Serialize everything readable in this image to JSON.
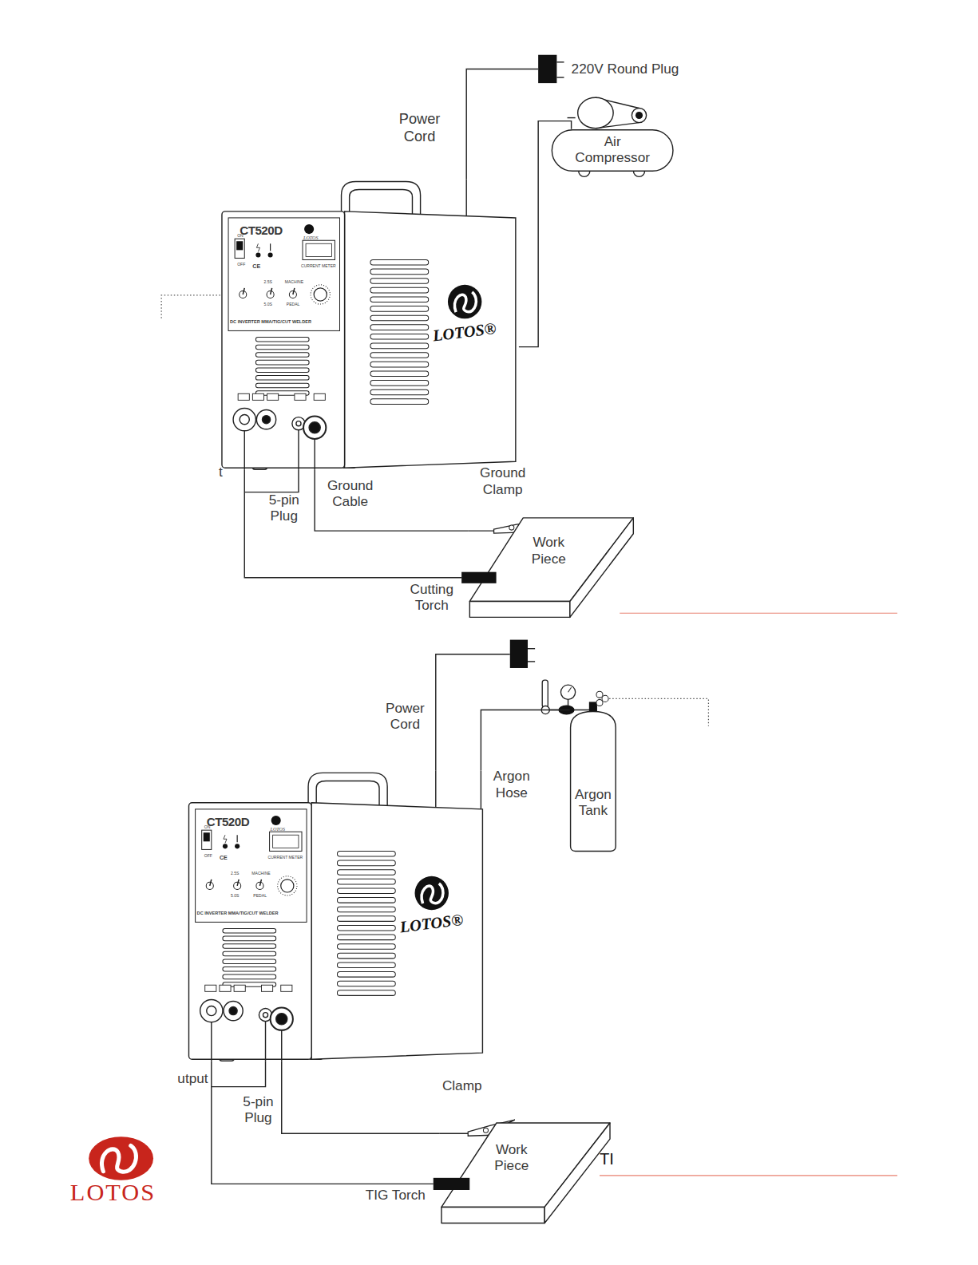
{
  "diagram": {
    "nodes": [
      {
        "text": [
          "220V Round Plug"
        ]
      },
      {
        "text": [
          "Air Compressor"
        ]
      },
      {
        "text": [
          "CT520D",
          "LOTOS",
          "ON",
          "OFF",
          "CE",
          "CURRENT METER",
          "2.5S",
          "5.0S",
          "MACHINE",
          "PEDAL",
          "DC INVERTER MMA/TIG/CUT WELDER",
          "LOTOS®"
        ]
      },
      {
        "text": [
          "Work Piece"
        ]
      },
      {
        "text": [
          "Cutting Torch"
        ]
      },
      {
        "text": [
          "Argon Tank"
        ]
      },
      {
        "text": [
          "CT520D",
          "LOTOS",
          "ON",
          "OFF",
          "CE",
          "CURRENT METER",
          "2.5S",
          "5.0S",
          "MACHINE",
          "PEDAL",
          "DC INVERTER MMA/TIG/CUT WELDER",
          "LOTOS®"
        ]
      },
      {
        "text": [
          "Work Piece"
        ]
      },
      {
        "text": [
          "TIG Torch"
        ]
      }
    ],
    "edges": [
      {
        "from": 0,
        "to": 2,
        "arrow": "none",
        "label": "Power Cord"
      },
      {
        "from": 1,
        "to": 2,
        "arrow": "none"
      },
      {
        "from": 2,
        "to": 3,
        "arrow": "none",
        "label": "Ground Cable"
      },
      {
        "from": 2,
        "to": 4,
        "arrow": "none"
      },
      {
        "from": 5,
        "to": 6,
        "arrow": "none",
        "label": "Argon Hose"
      },
      {
        "from": 6,
        "to": 7,
        "arrow": "none"
      },
      {
        "from": 6,
        "to": 8,
        "arrow": "none"
      }
    ],
    "labels": [
      "t",
      "5-pin Plug",
      "Ground Clamp",
      "Power Cord",
      "utput",
      "5-pin Plug",
      "Clamp",
      "TI",
      "LOTOS"
    ]
  }
}
